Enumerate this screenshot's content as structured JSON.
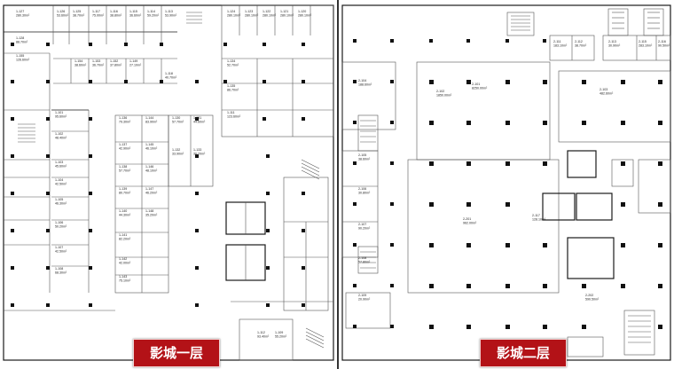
{
  "floors": [
    {
      "id": "floor-1",
      "badge_label": "影城一层",
      "badge_color": "#b31217",
      "units": [
        {
          "code": "1-127",
          "area": "280.30m²"
        },
        {
          "code": "1-126",
          "area": "53.60m²"
        },
        {
          "code": "1-125",
          "area": "38.70m²"
        },
        {
          "code": "1-117",
          "area": "75.00m²"
        },
        {
          "code": "1-116",
          "area": "38.80m²"
        },
        {
          "code": "1-115",
          "area": "36.60m²"
        },
        {
          "code": "1-114",
          "area": "59.20m²"
        },
        {
          "code": "1-113",
          "area": "53.90m²"
        },
        {
          "code": "1-124",
          "area": "280.10m²"
        },
        {
          "code": "1-123",
          "area": "280.10m²"
        },
        {
          "code": "1-122",
          "area": "280.10m²"
        },
        {
          "code": "1-121",
          "area": "280.10m²"
        },
        {
          "code": "1-120",
          "area": "280.10m²"
        },
        {
          "code": "1-128",
          "area": "88.70m²"
        },
        {
          "code": "1-155",
          "area": "126.60m²"
        },
        {
          "code": "1-154",
          "area": "38.60m²"
        },
        {
          "code": "1-153",
          "area": "36.70m²"
        },
        {
          "code": "1-152",
          "area": "37.80m²"
        },
        {
          "code": "1-149",
          "area": "27.10m²"
        },
        {
          "code": "1-118",
          "area": "40.70m²"
        },
        {
          "code": "1-101",
          "area": "95.60m²"
        },
        {
          "code": "1-102",
          "area": "48.40m²"
        },
        {
          "code": "1-103",
          "area": "45.60m²"
        },
        {
          "code": "1-104",
          "area": "42.50m²"
        },
        {
          "code": "1-105",
          "area": "46.30m²"
        },
        {
          "code": "1-106",
          "area": "50.20m²"
        },
        {
          "code": "1-107",
          "area": "42.50m²"
        },
        {
          "code": "1-108",
          "area": "68.30m²"
        },
        {
          "code": "1-136",
          "area": "79.30m²"
        },
        {
          "code": "1-137",
          "area": "42.90m²"
        },
        {
          "code": "1-138",
          "area": "57.70m²"
        },
        {
          "code": "1-139",
          "area": "80.70m²"
        },
        {
          "code": "1-140",
          "area": "44.30m²"
        },
        {
          "code": "1-141",
          "area": "82.20m²"
        },
        {
          "code": "1-142",
          "area": "42.00m²"
        },
        {
          "code": "1-143",
          "area": "75.10m²"
        },
        {
          "code": "1-144",
          "area": "83.90m²"
        },
        {
          "code": "1-145",
          "area": "46.10m²"
        },
        {
          "code": "1-146",
          "area": "48.10m²"
        },
        {
          "code": "1-147",
          "area": "46.20m²"
        },
        {
          "code": "1-148",
          "area": "35.20m²"
        },
        {
          "code": "1-130",
          "area": "57.70m²"
        },
        {
          "code": "1-131",
          "area": "44.60m²"
        },
        {
          "code": "1-132",
          "area": "33.90m²"
        },
        {
          "code": "1-133",
          "area": "30.20m²"
        },
        {
          "code": "1-134",
          "area": "52.70m²"
        },
        {
          "code": "1-135",
          "area": "86.70m²"
        },
        {
          "code": "1-111",
          "area": "123.60m²"
        },
        {
          "code": "1-112",
          "area": "93.40m²"
        },
        {
          "code": "1-109",
          "area": "55.20m²"
        }
      ]
    },
    {
      "id": "floor-2",
      "badge_label": "影城二层",
      "badge_color": "#b31217",
      "units": [
        {
          "code": "2-101",
          "area": "8250.00m²"
        },
        {
          "code": "2-102",
          "area": "1850.00m²"
        },
        {
          "code": "2-103",
          "area": "482.60m²"
        },
        {
          "code": "2-104",
          "area": "188.60m²"
        },
        {
          "code": "2-105",
          "area": "38.60m²"
        },
        {
          "code": "2-106",
          "area": "30.80m²"
        },
        {
          "code": "2-107",
          "area": "90.20m²"
        },
        {
          "code": "2-108",
          "area": "57.80m²"
        },
        {
          "code": "2-109",
          "area": "20.90m²"
        },
        {
          "code": "2-111",
          "area": "183.10m²"
        },
        {
          "code": "2-112",
          "area": "38.70m²"
        },
        {
          "code": "2-113",
          "area": "30.90m²"
        },
        {
          "code": "2-115",
          "area": "283.10m²"
        },
        {
          "code": "2-116",
          "area": "90.50m²"
        },
        {
          "code": "2-117",
          "area": "128.10m²"
        },
        {
          "code": "2-201",
          "area": "962.00m²"
        },
        {
          "code": "2-202",
          "area": "590.50m²"
        }
      ]
    }
  ]
}
